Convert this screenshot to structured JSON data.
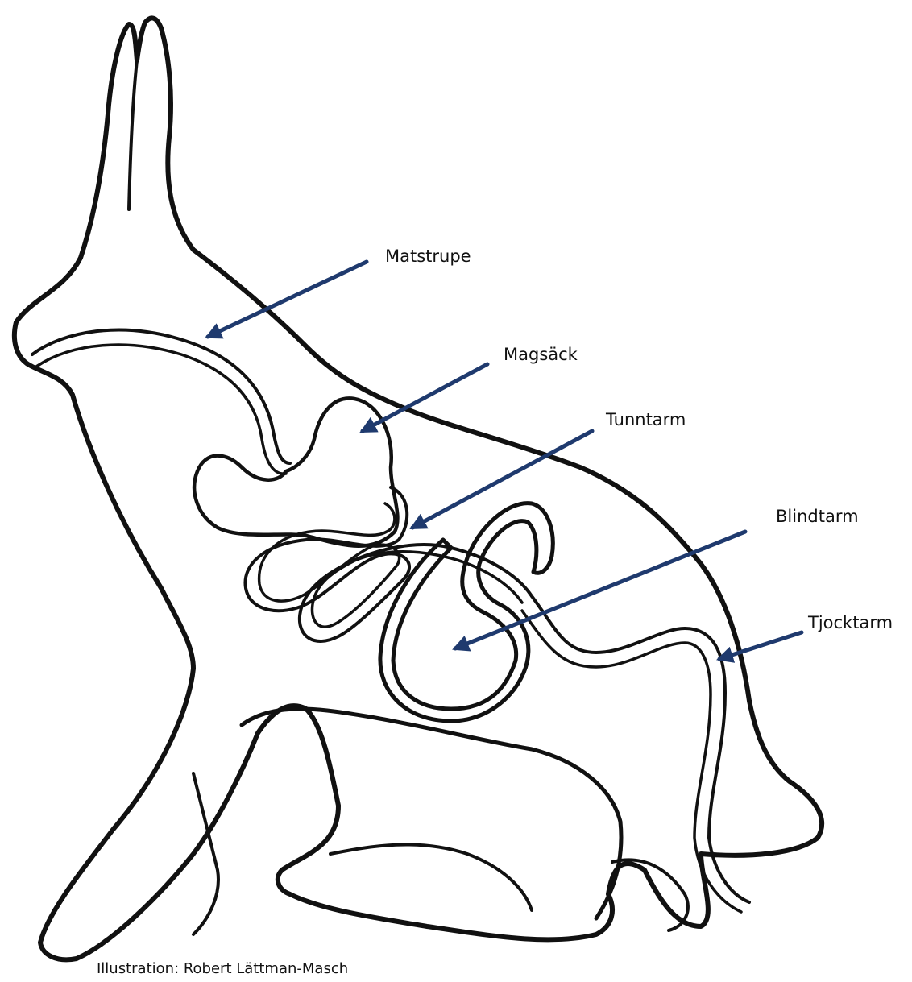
{
  "accent_color": "#1f3a6e",
  "line_color": "#111111",
  "labels": {
    "matstrupe": "Matstrupe",
    "magsack": "Magsäck",
    "tunntarm": "Tunntarm",
    "blindtarm": "Blindtarm",
    "tjocktarm": "Tjocktarm"
  },
  "credit": "Illustration: Robert Lättman-Masch"
}
